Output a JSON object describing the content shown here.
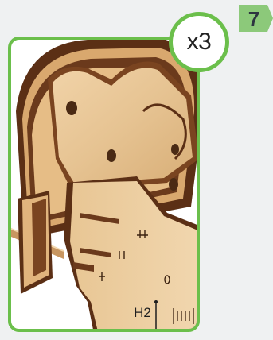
{
  "step": {
    "number": "7"
  },
  "quantity": {
    "label": "x3"
  },
  "callout": {
    "part_label": "H2"
  },
  "colors": {
    "accent_green": "#6bbf4b",
    "wood_light": "#e9c89b",
    "wood_dark": "#6b3a1c",
    "background": "#eff1f2"
  }
}
